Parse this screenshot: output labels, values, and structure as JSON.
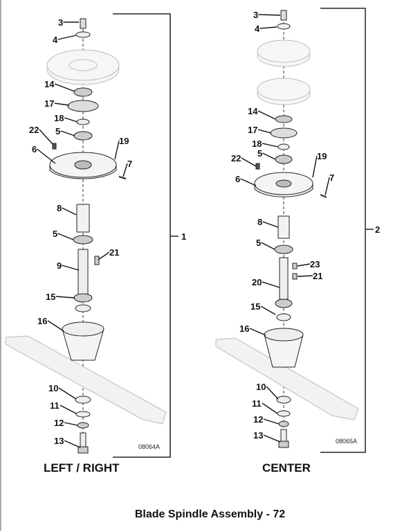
{
  "title": "Blade Spindle Assembly - 72",
  "views": [
    {
      "name": "LEFT / RIGHT",
      "assembly_number": "1",
      "figure_code": "08064A",
      "callouts": [
        "3",
        "4",
        "14",
        "17",
        "18",
        "22",
        "5",
        "19",
        "6",
        "7",
        "8",
        "5",
        "21",
        "9",
        "15",
        "16",
        "10",
        "11",
        "12",
        "13"
      ]
    },
    {
      "name": "CENTER",
      "assembly_number": "2",
      "figure_code": "08065A",
      "callouts": [
        "3",
        "4",
        "14",
        "17",
        "18",
        "5",
        "22",
        "19",
        "6",
        "7",
        "8",
        "5",
        "23",
        "21",
        "20",
        "15",
        "16",
        "10",
        "11",
        "12",
        "13"
      ]
    }
  ]
}
